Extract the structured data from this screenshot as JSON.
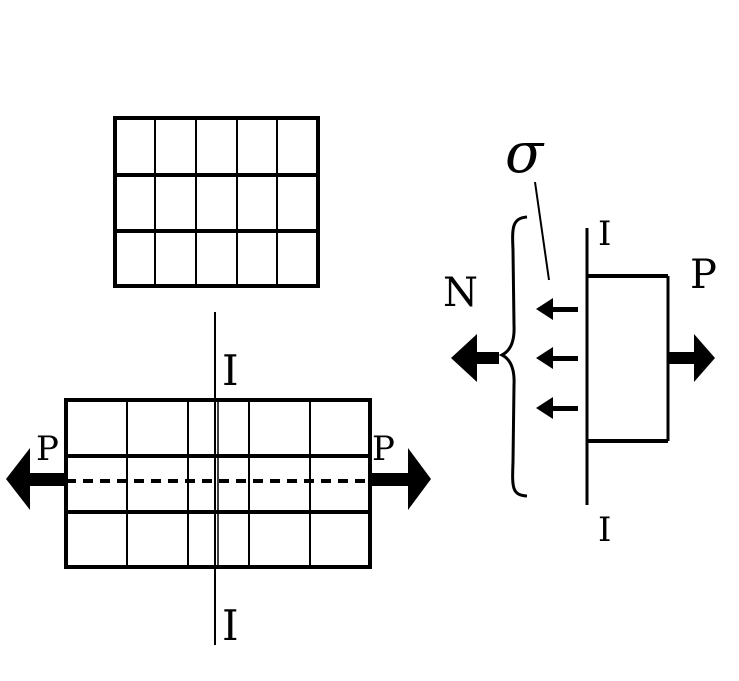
{
  "labels": {
    "load_left": "P",
    "load_right": "P",
    "section_top": "I",
    "section_bottom": "I",
    "stress": "σ",
    "internal_force": "N",
    "fbd_load": "P",
    "fbd_section_top": "I",
    "fbd_section_bottom": "I"
  },
  "grid": {
    "columns": 5,
    "rows": 3
  },
  "bar": {
    "columns": 5,
    "rows": 3
  },
  "colors": {
    "stroke": "#000000",
    "background": "#ffffff"
  }
}
